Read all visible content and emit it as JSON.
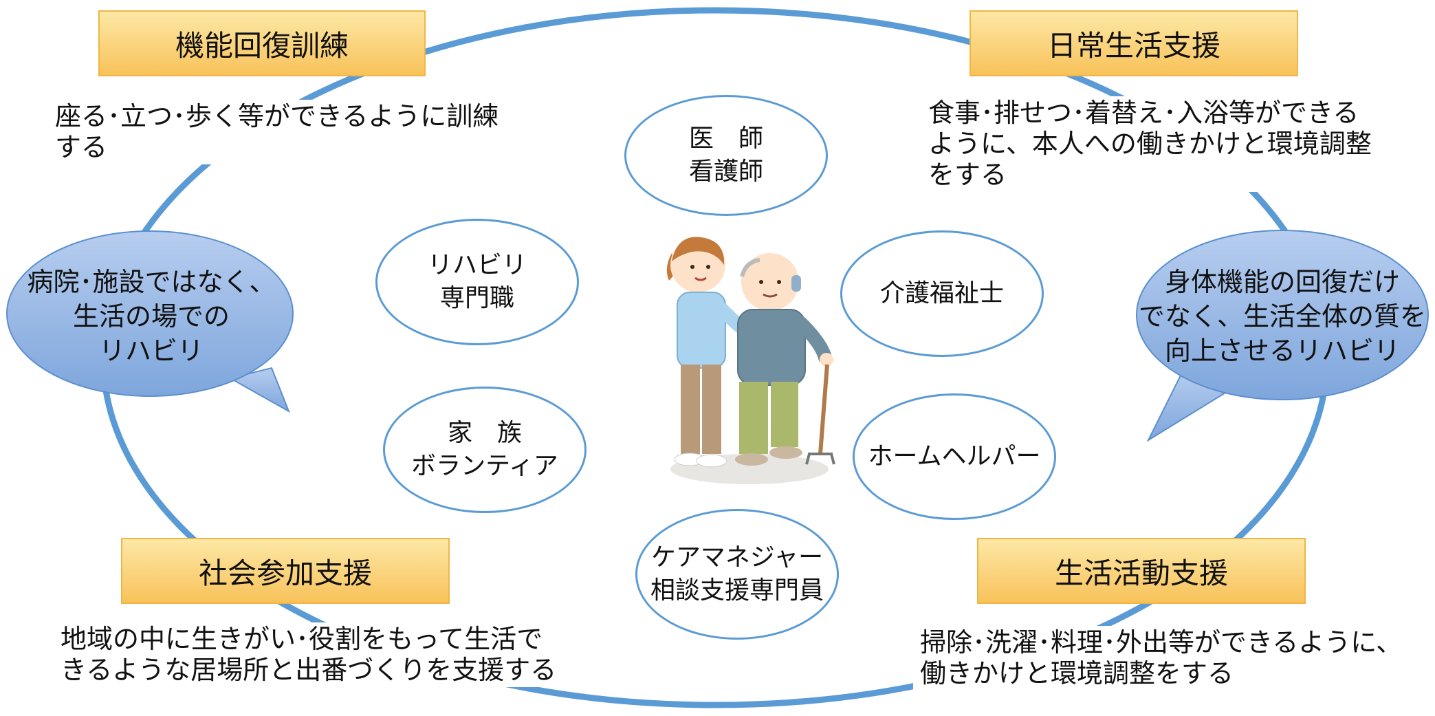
{
  "colors": {
    "ring": "#5b9bd5",
    "header_fill": "#f8c25a",
    "oval_border": "#5b9bd5",
    "bubble_fill": "#8fb3e0"
  },
  "headers": {
    "function_recovery": "機能回復訓練",
    "daily_life_support": "日常生活支援",
    "social_participation": "社会参加支援",
    "life_activity_support": "生活活動支援"
  },
  "descriptions": {
    "function_recovery": "座る･立つ･歩く等ができるように訓練\nする",
    "daily_life_support": "食事･排せつ･着替え･入浴等ができる\nように、本人への働きかけと環境調整\nをする",
    "social_participation": "地域の中に生きがい･役割をもって生活で\nきるような居場所と出番づくりを支援する",
    "life_activity_support": "掃除･洗濯･料理･外出等ができるように、\n働きかけと環境調整をする"
  },
  "roles": {
    "doctor_nurse": "医　師\n看護師",
    "rehab_specialist": "リハビリ\n専門職",
    "care_worker": "介護福祉士",
    "family_volunteer": "家　族\nボランティア",
    "home_helper": "ホームヘルパー",
    "care_manager": "ケアマネジャー\n相談支援専門員"
  },
  "bubbles": {
    "left": "病院･施設ではなく、\n生活の場での\nリハビリ",
    "right": "身体機能の回復だけ\nでなく、生活全体の質を\n向上させるリハビリ"
  },
  "illustration": {
    "icon": "caregiver-helping-elderly-man-with-cane-icon"
  }
}
